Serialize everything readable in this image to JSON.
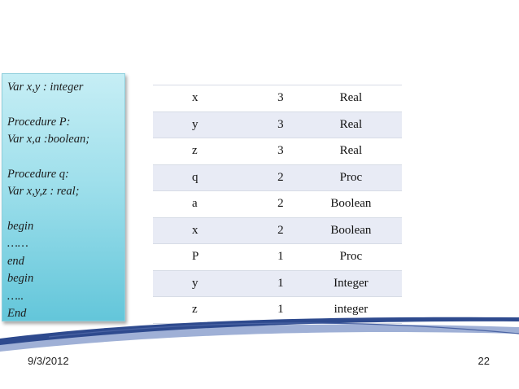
{
  "code": {
    "lines": [
      "Var x,y : integer",
      "",
      "Procedure P:",
      "Var x,a :boolean;",
      "",
      "Procedure q:",
      "Var x,y,z : real;",
      "",
      "begin",
      "……",
      "end",
      "begin",
      "…..",
      "End"
    ]
  },
  "table": {
    "rows": [
      [
        "x",
        "3",
        "Real"
      ],
      [
        "y",
        "3",
        "Real"
      ],
      [
        "z",
        "3",
        "Real"
      ],
      [
        "q",
        "2",
        "Proc"
      ],
      [
        "a",
        "2",
        "Boolean"
      ],
      [
        "x",
        "2",
        "Boolean"
      ],
      [
        "P",
        "1",
        "Proc"
      ],
      [
        "y",
        "1",
        "Integer"
      ],
      [
        "z",
        "1",
        "integer"
      ]
    ]
  },
  "footer": {
    "date": "9/3/2012",
    "page": "22"
  },
  "colors": {
    "swoosh_dark": "#2e4a8e",
    "swoosh_light": "#9fb0d6",
    "row_stripe": "#e8ebf5"
  }
}
